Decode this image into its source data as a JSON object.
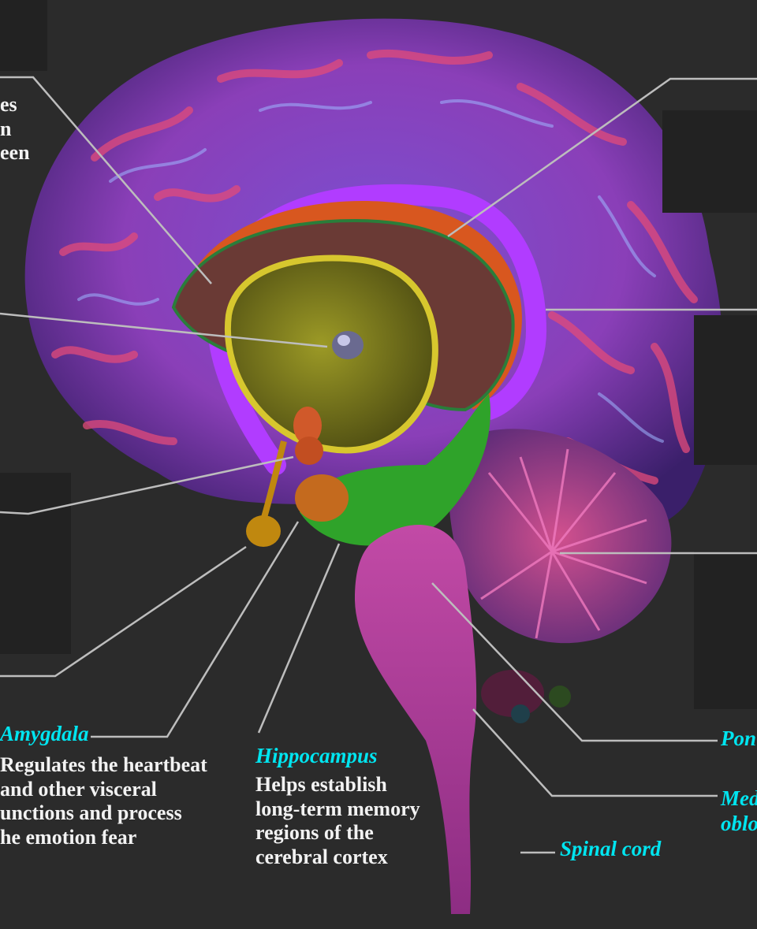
{
  "page": {
    "top_banner_fragment": "",
    "left_fragment": [
      "es",
      "n",
      "een"
    ]
  },
  "labels": {
    "amygdala": {
      "term": "Amygdala",
      "desc": [
        "Regulates the heartbeat",
        "and other visceral",
        "unctions and process",
        "he emotion fear"
      ]
    },
    "hippocampus": {
      "term": "Hippocampus",
      "desc": [
        "Helps establish",
        "long-term memory",
        "regions of the",
        "cerebral cortex"
      ]
    },
    "spinal_cord": {
      "term": "Spinal cord"
    },
    "pons": {
      "term": "Pon"
    },
    "medulla": {
      "term": [
        "Med",
        "oblo"
      ]
    }
  },
  "colors": {
    "background": "#2b2b2b",
    "term_cyan": "#00e5f0",
    "desc_white": "#f2f2f2",
    "cingulate_violet": "#b13cff",
    "corpus_callosum": "#e0591e",
    "thalamus": "#8a8a1c",
    "hypothalamus_green": "#2fa32a",
    "brainstem_pink": "#c2459e"
  }
}
